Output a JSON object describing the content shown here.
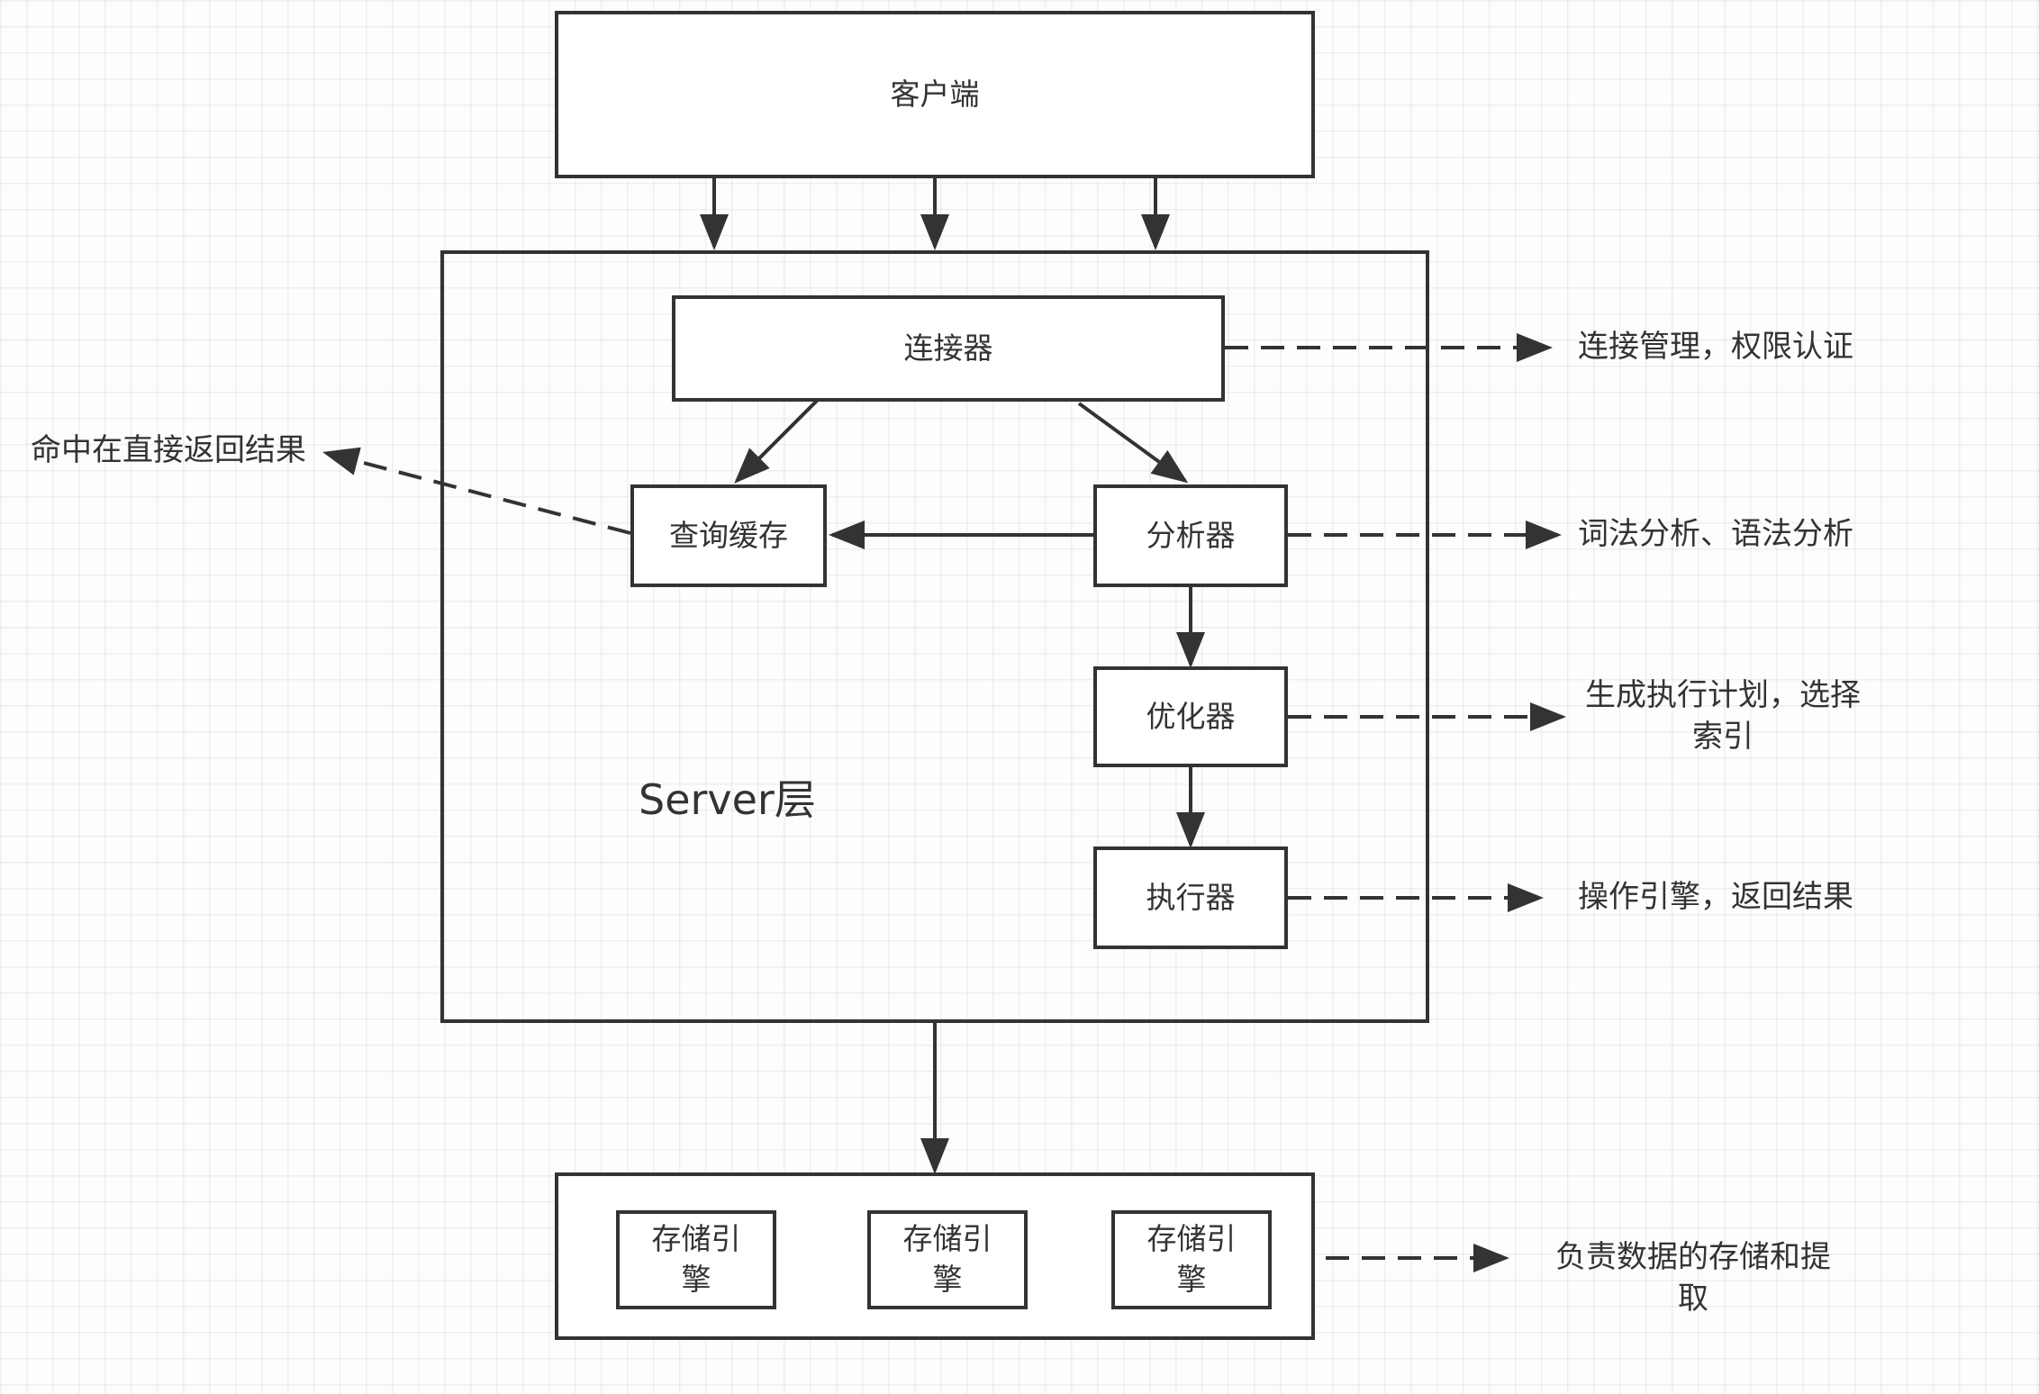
{
  "client": {
    "label": "客户端"
  },
  "server": {
    "label": "Server层",
    "connector": "连接器",
    "cache": "查询缓存",
    "analyzer": "分析器",
    "optimizer": "优化器",
    "executor": "执行器"
  },
  "storage": {
    "engines": [
      "存储引擎",
      "存储引擎",
      "存储引擎"
    ]
  },
  "notes": {
    "connector": "连接管理，权限认证",
    "cache": "命中在直接返回结果",
    "analyzer": "词法分析、语法分析",
    "optimizer": "生成执行计划，选择索引",
    "executor": "操作引擎，返回结果",
    "storage": "负责数据的存储和提取"
  },
  "colors": {
    "stroke": "#333333",
    "background": "#fdfdfd",
    "box_fill": "#ffffff"
  }
}
